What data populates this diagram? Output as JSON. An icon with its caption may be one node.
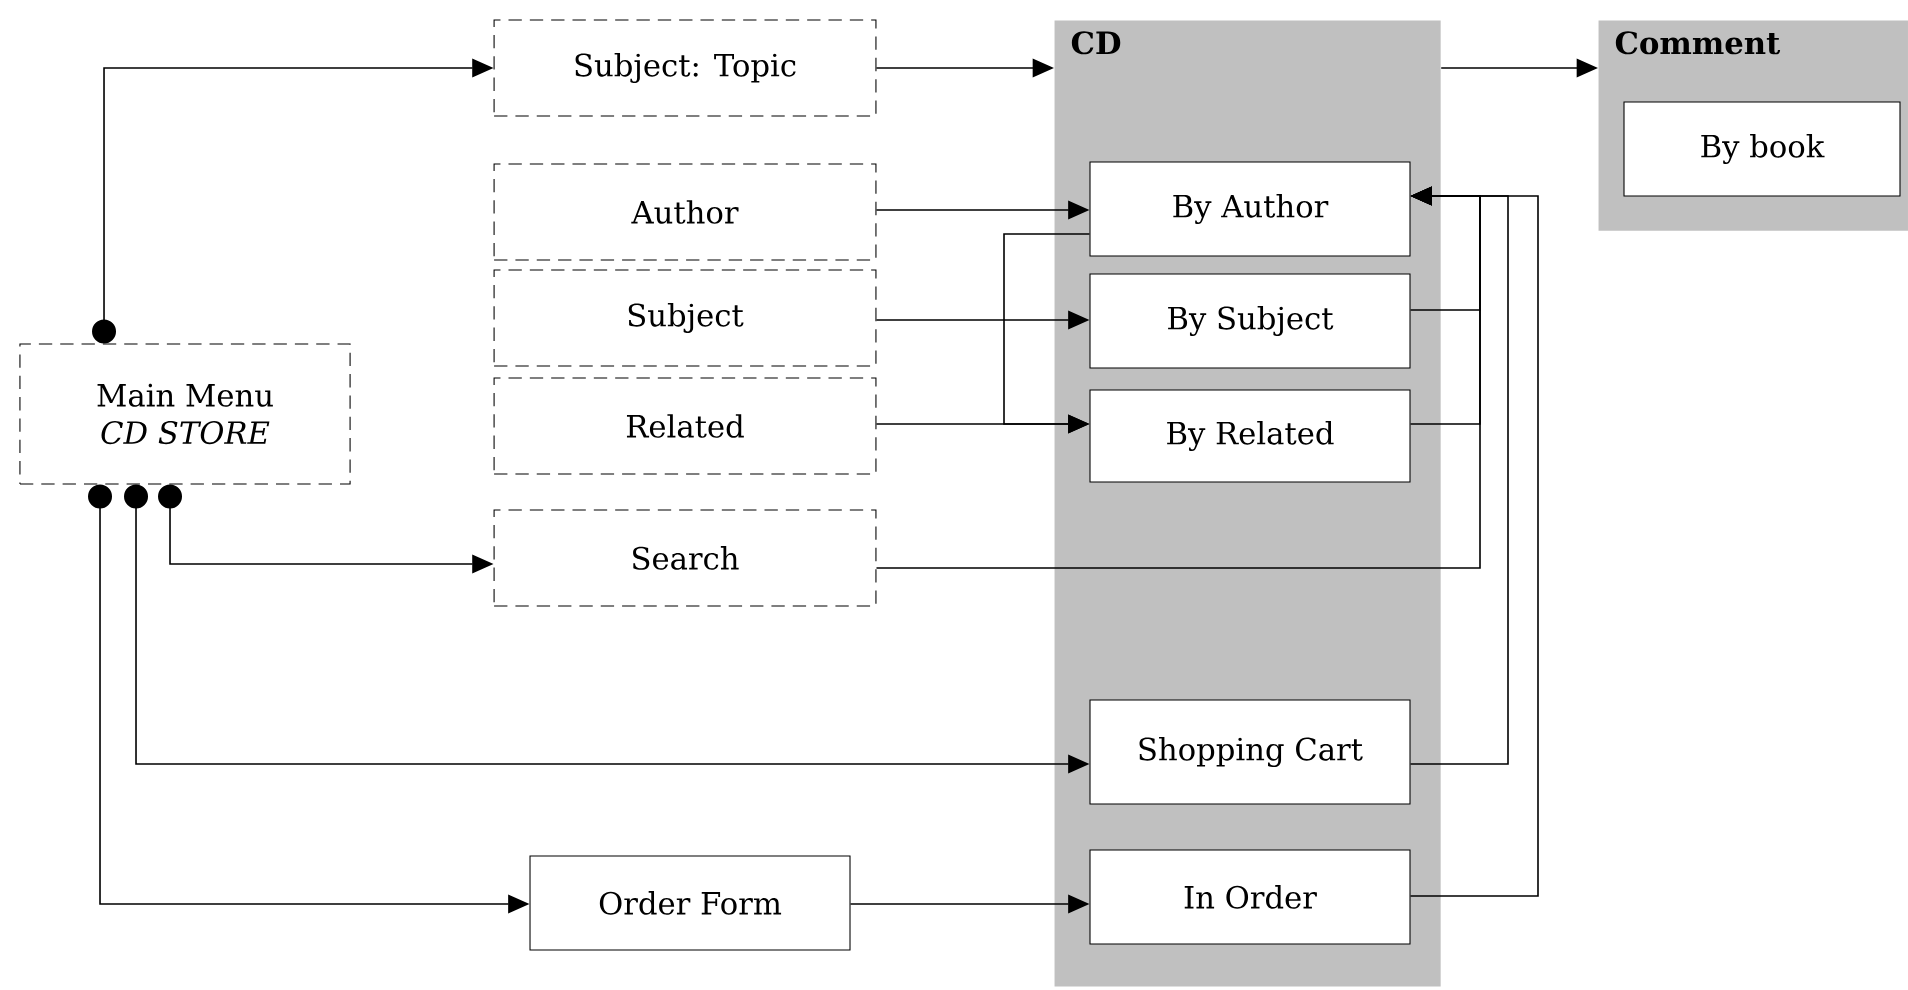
{
  "diagram": {
    "nodes": [
      {
        "text": [
          "Main Menu",
          "CD STORE"
        ]
      },
      {
        "text": [
          "Subject: Topic"
        ]
      },
      {
        "text": [
          "Author"
        ]
      },
      {
        "text": [
          "Subject"
        ]
      },
      {
        "text": [
          "Related"
        ]
      },
      {
        "text": [
          "Search"
        ]
      },
      {
        "text": [
          "Order Form"
        ]
      },
      {
        "text": [
          "CD"
        ]
      },
      {
        "text": [
          "By Author"
        ],
        "in": 7
      },
      {
        "text": [
          "By Subject"
        ],
        "in": 7
      },
      {
        "text": [
          "By Related"
        ],
        "in": 7
      },
      {
        "text": [
          "Shopping Cart"
        ],
        "in": 7
      },
      {
        "text": [
          "In Order"
        ],
        "in": 7
      },
      {
        "text": [
          "Comment"
        ]
      },
      {
        "text": [
          "By book"
        ],
        "in": 13
      }
    ],
    "edges": [
      {
        "from": 0,
        "to": 1,
        "arrow": "to"
      },
      {
        "from": 0,
        "to": 5,
        "arrow": "to"
      },
      {
        "from": 0,
        "to": 11,
        "arrow": "to"
      },
      {
        "from": 0,
        "to": 6,
        "arrow": "to"
      },
      {
        "from": 1,
        "to": 7,
        "arrow": "to"
      },
      {
        "from": 7,
        "to": 13,
        "arrow": "to"
      },
      {
        "from": 2,
        "to": 8,
        "arrow": "to"
      },
      {
        "from": 3,
        "to": 9,
        "arrow": "to"
      },
      {
        "from": 4,
        "to": 10,
        "arrow": "to"
      },
      {
        "from": 8,
        "to": 10,
        "arrow": "to"
      },
      {
        "from": 9,
        "to": 8,
        "arrow": "to"
      },
      {
        "from": 10,
        "to": 8,
        "arrow": "to"
      },
      {
        "from": 5,
        "to": 8,
        "arrow": "to"
      },
      {
        "from": 11,
        "to": 8,
        "arrow": "to"
      },
      {
        "from": 12,
        "to": 8,
        "arrow": "to"
      },
      {
        "from": 6,
        "to": 12,
        "arrow": "to"
      }
    ]
  }
}
